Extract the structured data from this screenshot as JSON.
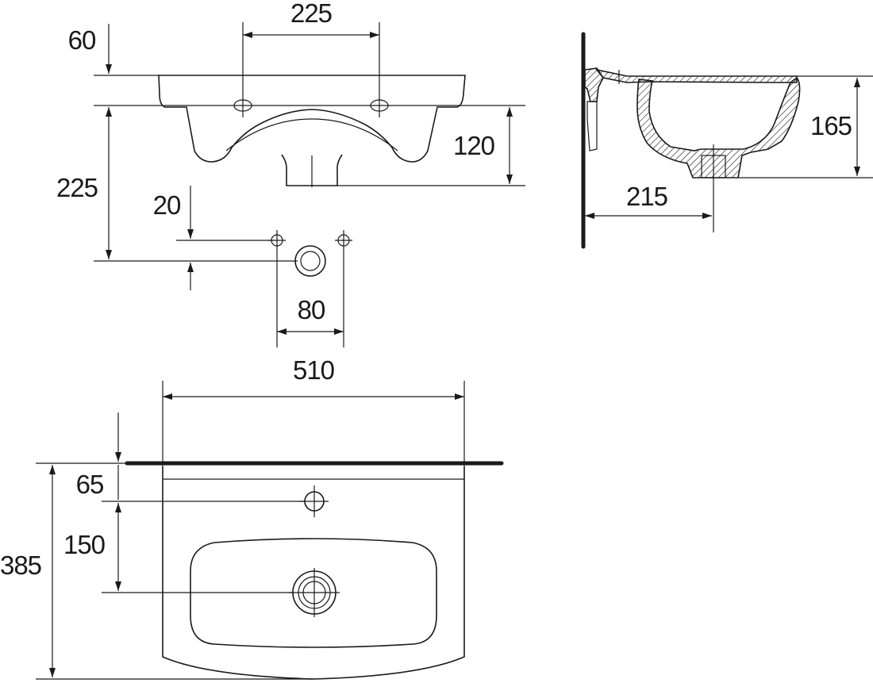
{
  "dimensions": {
    "front_top_thickness": "60",
    "front_tap_spacing": "225",
    "front_depth_to_drain": "120",
    "front_total_height": "225",
    "wall_offset": "20",
    "wall_hole_spacing": "80",
    "side_height": "165",
    "side_drain_projection": "215",
    "top_width": "510",
    "top_tap_offset": "65",
    "top_drain_offset": "150",
    "top_depth": "385"
  }
}
